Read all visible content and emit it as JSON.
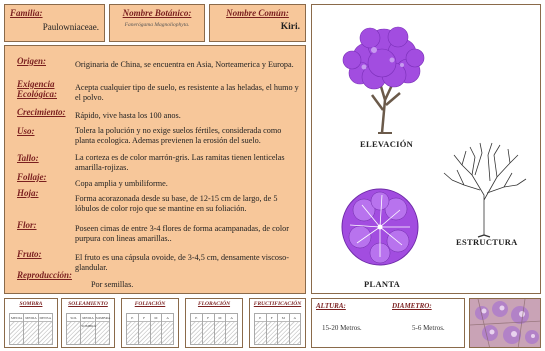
{
  "header": {
    "familia_label": "Familia:",
    "familia_value": "Paulowniaceae.",
    "botanico_label": "Nombre Botánico:",
    "botanico_value": "Fanerógama Magnoliophyta.",
    "comun_label": "Nombre Común:",
    "comun_value": "Kiri."
  },
  "description": [
    {
      "key": "Origen:",
      "value": "Originaria de China, se encuentra en Asia, Norteamerica y Europa."
    },
    {
      "key": "Exigencia Ecológica:",
      "value": "Acepta cualquier tipo de suelo, es resistente a las heladas, el humo y el polvo."
    },
    {
      "key": "Crecimiento:",
      "value": "Rápido, vive hasta los 100 anos."
    },
    {
      "key": "Uso:",
      "value": "Tolera la polución y no exige suelos fértiles, considerada como planta ecologica. Ademas previenen la erosión del suelo."
    },
    {
      "key": "Tallo:",
      "value": "La corteza es de color marrón-gris. Las ramitas tienen lenticelas amarilla-rojizas."
    },
    {
      "key": "Follaje:",
      "value": "Copa amplia y umbiliforme."
    },
    {
      "key": "Hoja:",
      "value": "Forma acorazonada desde su base, de 12-15 cm de largo, de 5 lóbulos de color rojo que se mantine en su foliación."
    },
    {
      "key": "Flor:",
      "value": "Poseen cimas de entre 3-4 flores de forma acampanadas, de color purpura con lineas amarillas.."
    },
    {
      "key": "Fruto:",
      "value": "El fruto es una cápsula ovoide, de 3-4,5 cm, densamente viscoso-glandular."
    },
    {
      "key": "Reproducción:",
      "value": "Por semillas."
    }
  ],
  "illustrations": {
    "elevacion": "ELEVACIÓN",
    "planta": "PLANTA",
    "estructura": "ESTRUCTURA",
    "flower_color": "#a24de0",
    "trunk_color": "#6b5a4a"
  },
  "bottom": {
    "sombra": {
      "title": "SOMBRA",
      "cells": [
        "MEDIA",
        "MEDIA",
        "DENSA"
      ]
    },
    "soleamiento": {
      "title": "SOLEAMIENTO",
      "cells": [
        "SOL",
        "MEDIA SOMBRA",
        "SOMBRA"
      ]
    },
    "foliacion": {
      "title": "FOLIACIÓN",
      "cells": [
        "E",
        "F",
        "M",
        "A"
      ]
    },
    "floracion": {
      "title": "FLORACIÓN",
      "cells": [
        "E",
        "F",
        "M",
        "A"
      ]
    },
    "fructificacion": {
      "title": "FRUCTIFICACIÓN",
      "cells": [
        "E",
        "F",
        "M",
        "A"
      ]
    },
    "altura_label": "ALTURA:",
    "altura_value": "15-20 Metros.",
    "diametro_label": "DIAMETRO:",
    "diametro_value": "5-6 Metros."
  }
}
